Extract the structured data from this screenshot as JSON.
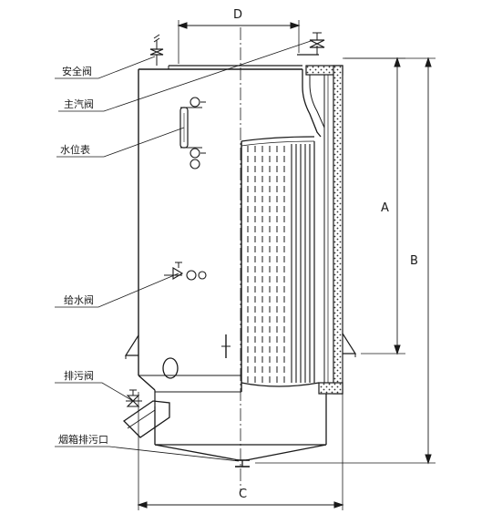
{
  "labels": {
    "safety_valve": "安全阀",
    "main_steam_valve": "主汽阀",
    "water_gauge": "水位表",
    "feed_valve": "给水阀",
    "blowdown_valve": "排污阀",
    "smokebox_drain": "烟箱排污口"
  },
  "dimensions": {
    "d": "D",
    "a": "A",
    "b": "B",
    "c": "C"
  },
  "colors": {
    "line": "#1a1a1a",
    "paper": "#ffffff"
  }
}
